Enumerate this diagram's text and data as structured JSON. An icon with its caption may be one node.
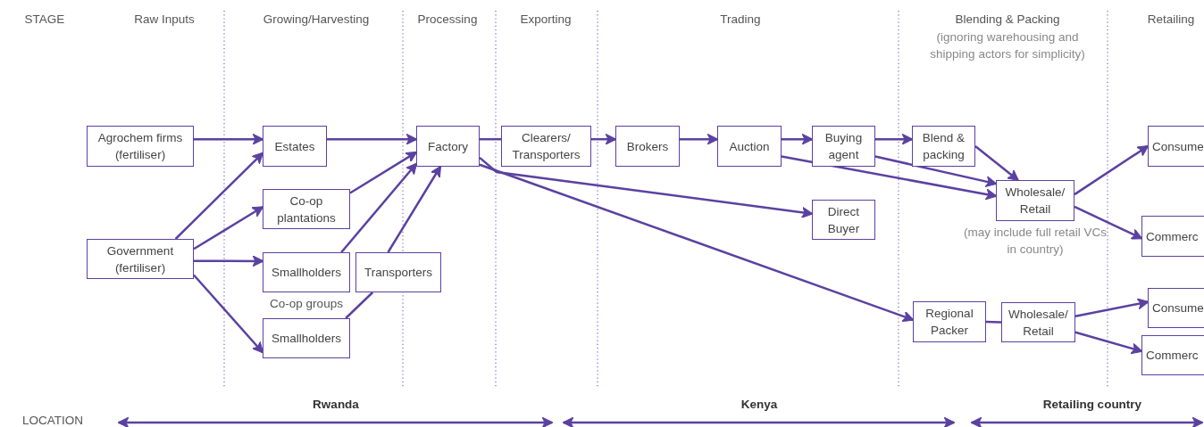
{
  "diagram": {
    "nodes": [
      {
        "text": [
          "Agrochem firms (fertiliser)"
        ]
      },
      {
        "text": [
          "Estates"
        ]
      },
      {
        "text": [
          "Factory"
        ]
      },
      {
        "text": [
          "Clearers/ Transporters"
        ]
      },
      {
        "text": [
          "Brokers"
        ]
      },
      {
        "text": [
          "Auction"
        ]
      },
      {
        "text": [
          "Buying agent"
        ]
      },
      {
        "text": [
          "Blend & packing"
        ]
      },
      {
        "text": [
          "Consume"
        ]
      },
      {
        "text": [
          "Co-op plantations"
        ]
      },
      {
        "text": [
          "Wholesale/ Retail"
        ],
        "beside": [
          "(may include full retail VCs in country)"
        ]
      },
      {
        "text": [
          "Direct Buyer"
        ]
      },
      {
        "text": [
          "Commerc"
        ]
      },
      {
        "text": [
          "Government (fertiliser)"
        ]
      },
      {
        "text": [
          "Smallholders"
        ]
      },
      {
        "text": [
          "Transporters"
        ]
      },
      {
        "text": [
          "Consume"
        ]
      },
      {
        "text": [
          "Regional Packer"
        ]
      },
      {
        "text": [
          "Wholesale/ Retail"
        ]
      },
      {
        "text": [
          "Commerc"
        ]
      },
      {
        "text": [
          "Smallholders"
        ]
      }
    ],
    "edges": [
      {
        "from": 0,
        "to": 1,
        "arrow": "to"
      },
      {
        "from": 13,
        "to": 1,
        "arrow": "to"
      },
      {
        "from": 13,
        "to": 9,
        "arrow": "to"
      },
      {
        "from": 13,
        "to": 14,
        "arrow": "to"
      },
      {
        "from": 13,
        "to": 20,
        "arrow": "to"
      },
      {
        "from": 1,
        "to": 2,
        "arrow": "to"
      },
      {
        "from": 9,
        "to": 2,
        "arrow": "to"
      },
      {
        "from": 14,
        "to": 2,
        "arrow": "to"
      },
      {
        "from": 15,
        "to": 2,
        "arrow": "to"
      },
      {
        "from": 20,
        "to": 15,
        "arrow": "none"
      },
      {
        "from": 2,
        "to": 3,
        "arrow": "none"
      },
      {
        "from": 2,
        "to": 11,
        "arrow": "to"
      },
      {
        "from": 2,
        "to": 17,
        "arrow": "to"
      },
      {
        "from": 3,
        "to": 4,
        "arrow": "to"
      },
      {
        "from": 4,
        "to": 5,
        "arrow": "to"
      },
      {
        "from": 5,
        "to": 6,
        "arrow": "to"
      },
      {
        "from": 6,
        "to": 7,
        "arrow": "to"
      },
      {
        "from": 5,
        "to": 10,
        "arrow": "to"
      },
      {
        "from": 6,
        "to": 10,
        "arrow": "to"
      },
      {
        "from": 7,
        "to": 10,
        "arrow": "to"
      },
      {
        "from": 10,
        "to": 8,
        "arrow": "to"
      },
      {
        "from": 10,
        "to": 12,
        "arrow": "to"
      },
      {
        "from": 17,
        "to": 18,
        "arrow": "none"
      },
      {
        "from": 18,
        "to": 16,
        "arrow": "to"
      },
      {
        "from": 18,
        "to": 19,
        "arrow": "to"
      }
    ],
    "labels": [
      "STAGE",
      "Raw Inputs",
      "Growing/Harvesting",
      "Processing",
      "Exporting",
      "Trading",
      "Blending & Packing",
      "(ignoring warehousing and shipping actors for simplicity)",
      "Retailing",
      "Co-op groups",
      "Rwanda",
      "Kenya",
      "Retailing country",
      "LOCATION"
    ]
  }
}
